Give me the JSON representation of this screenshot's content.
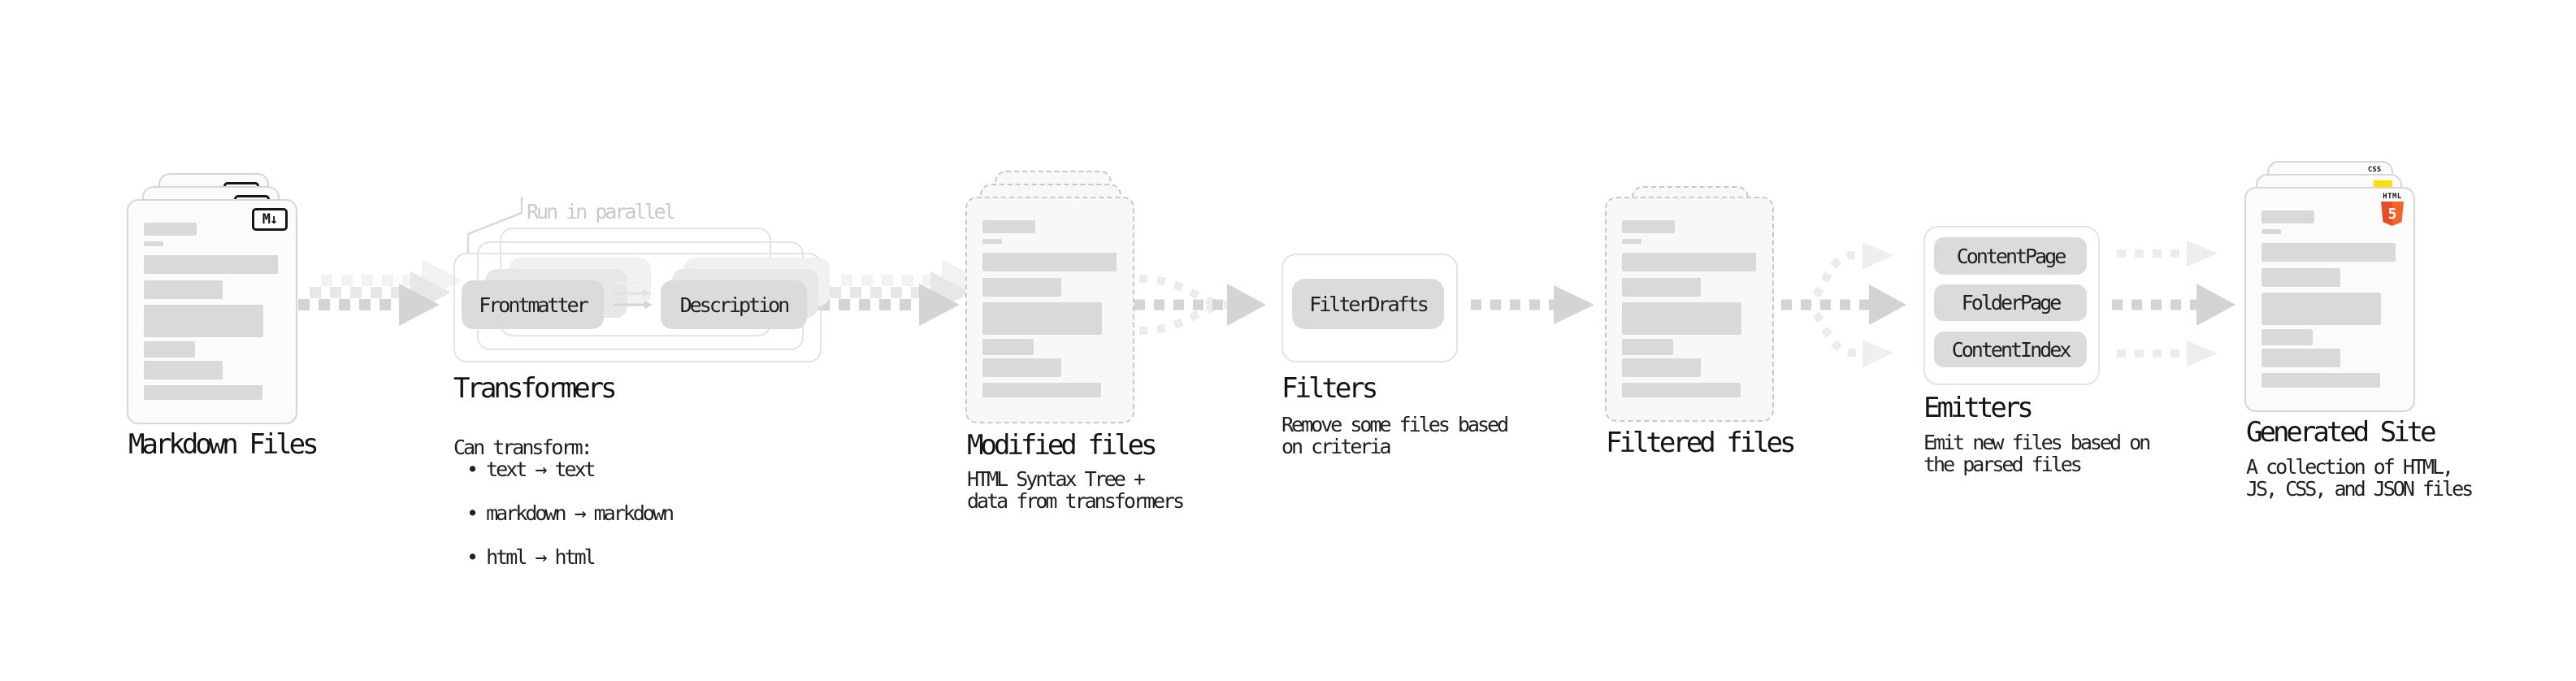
{
  "colors": {
    "text": "#1A1A1A",
    "annotation_muted": "#C9C9C9",
    "card_border": "#D7D7D7",
    "placeholder_bar": "#D9D9D9",
    "button_bg": "#DBDBDB",
    "arrow": "#D4D4D4",
    "arrow_light": "#ECECEC",
    "html5_orange": "#E44D26",
    "js_yellow": "#FFDF00",
    "css_blue": "#264DE4"
  },
  "stages": {
    "markdown": {
      "label": "Markdown Files",
      "badge": "M↓"
    },
    "transformers": {
      "annotation": "Run in parallel",
      "input_button": "Frontmatter",
      "output_button": "Description",
      "heading": "Transformers",
      "desc_title": "Can transform:",
      "bullets": [
        "text → text",
        "markdown → markdown",
        "html → html"
      ]
    },
    "modified": {
      "heading": "Modified files",
      "desc": "HTML Syntax Tree +\ndata from transformers"
    },
    "filters": {
      "button": "FilterDrafts",
      "heading": "Filters",
      "desc": "Remove some files based\non criteria"
    },
    "filtered": {
      "label": "Filtered files"
    },
    "emitters": {
      "buttons": [
        "ContentPage",
        "FolderPage",
        "ContentIndex"
      ],
      "heading": "Emitters",
      "desc": "Emit new files based on\nthe parsed files"
    },
    "generated": {
      "heading": "Generated Site",
      "desc": "A collection of HTML,\nJS, CSS, and JSON files",
      "badges": {
        "html5_label": "HTML",
        "html5_number": "5",
        "css_label": "CSS"
      }
    }
  }
}
